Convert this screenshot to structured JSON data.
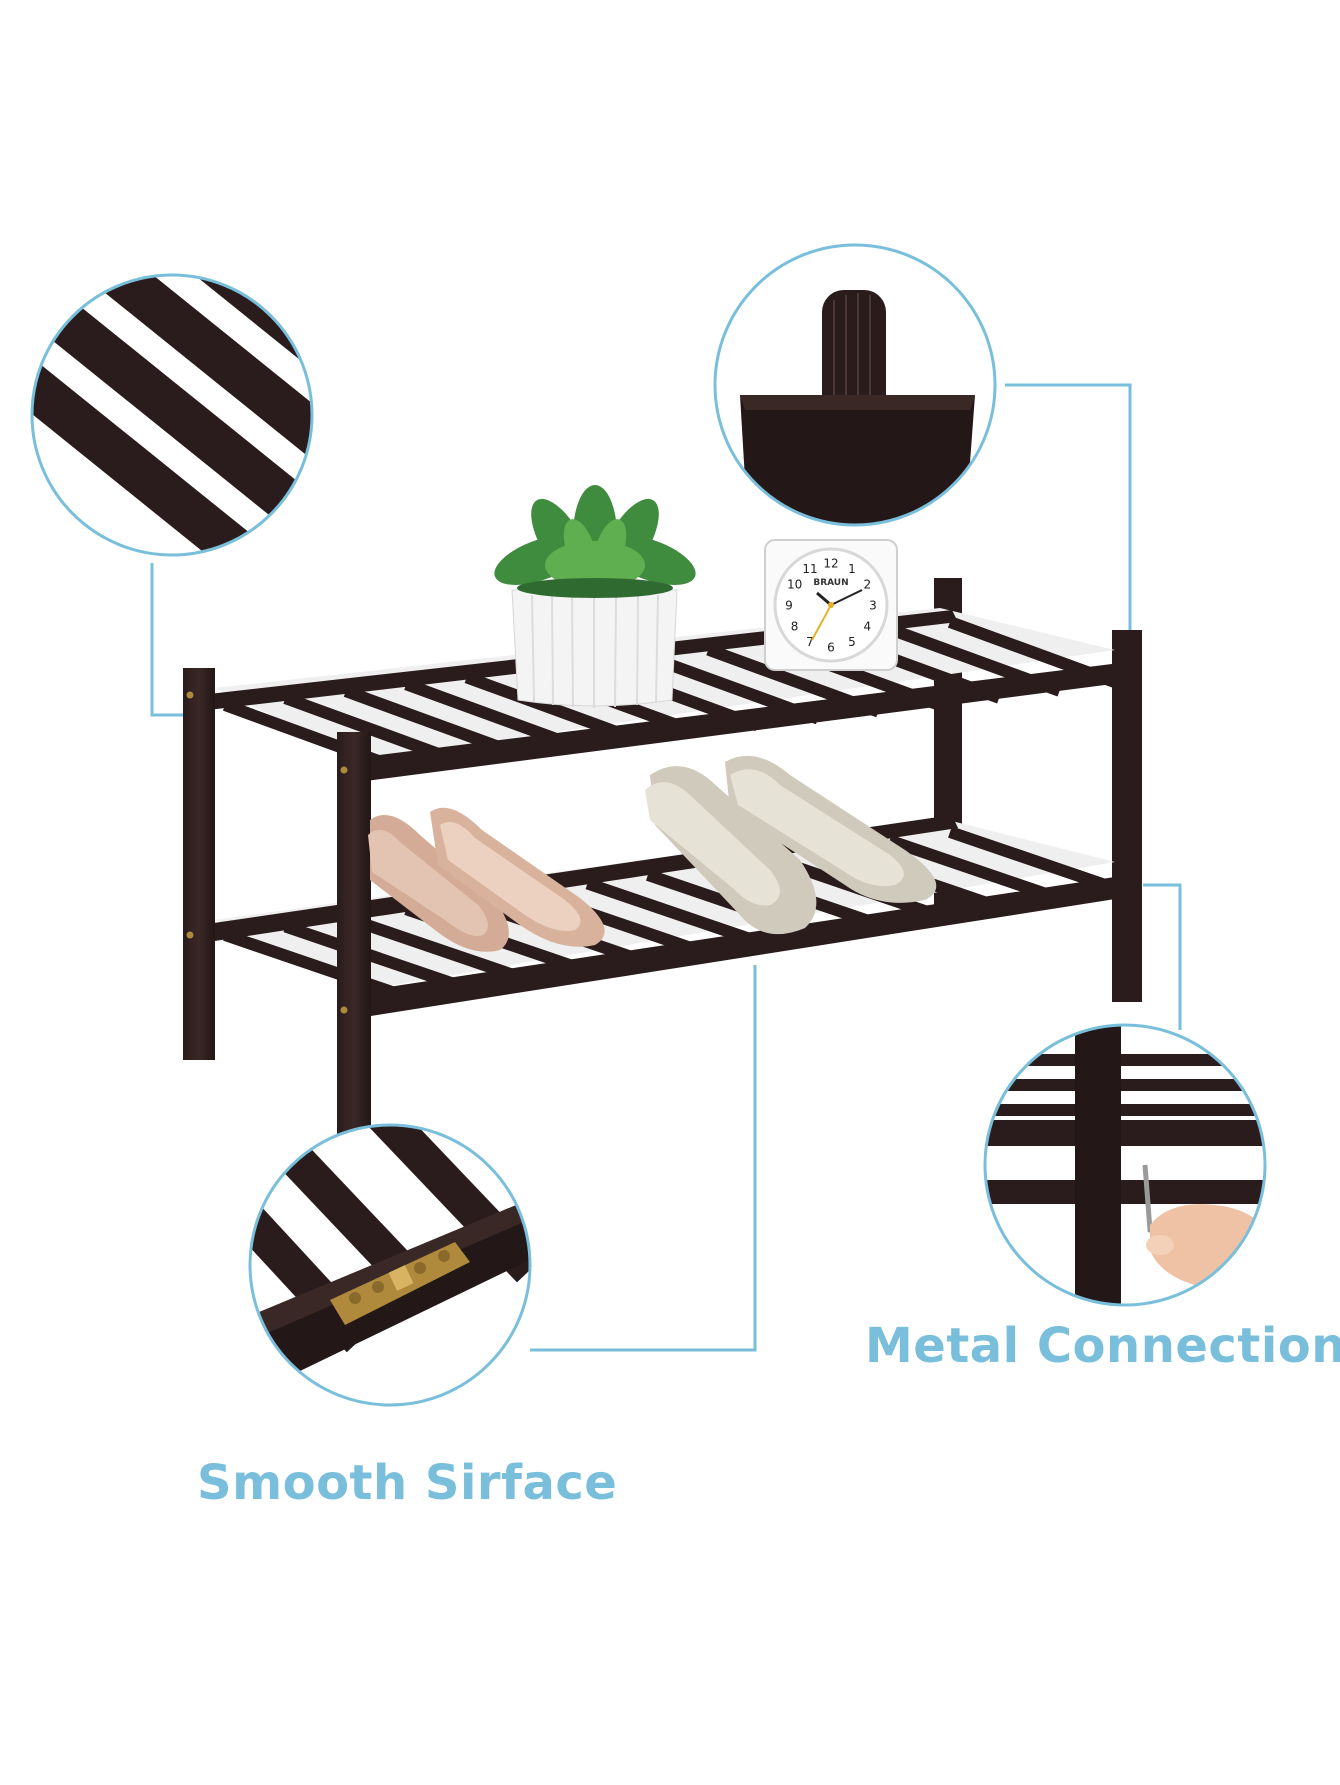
{
  "captions": {
    "metal_connection": "Metal Connection",
    "smooth_surface": "Smooth Sirface"
  },
  "clock": {
    "brand": "BRAUN",
    "numerals": [
      "12",
      "1",
      "2",
      "3",
      "4",
      "5",
      "6",
      "7",
      "8",
      "9",
      "10",
      "11"
    ]
  },
  "colors": {
    "accent": "#79bfdc",
    "wood": "#2a1c1c",
    "wood_highlight": "#4a3634",
    "slat_gap": "#ffffff",
    "brass": "#b08a3c"
  },
  "icons": {
    "detail_slats": "slat-closeup-icon",
    "detail_peg": "dowel-peg-icon",
    "detail_hinge": "metal-connector-icon",
    "detail_allen_key": "allen-key-hand-icon"
  }
}
